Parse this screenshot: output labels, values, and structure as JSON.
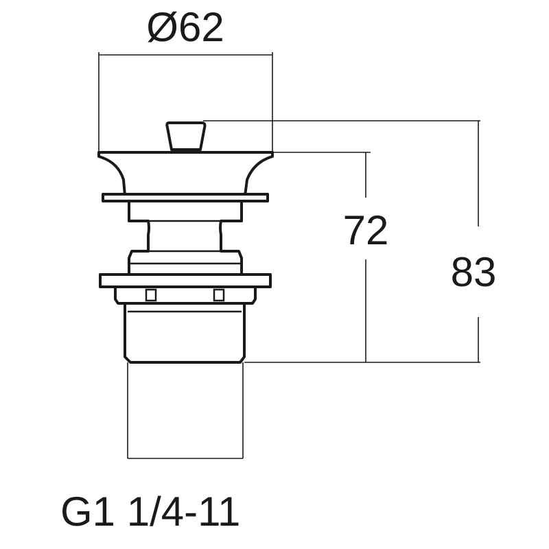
{
  "drawing": {
    "diameter_label": "Ø62",
    "height_inner_label": "72",
    "height_total_label": "83",
    "thread_label": "G1 1/4-11",
    "line_color": "#1a1a1a",
    "background": "#ffffff"
  }
}
